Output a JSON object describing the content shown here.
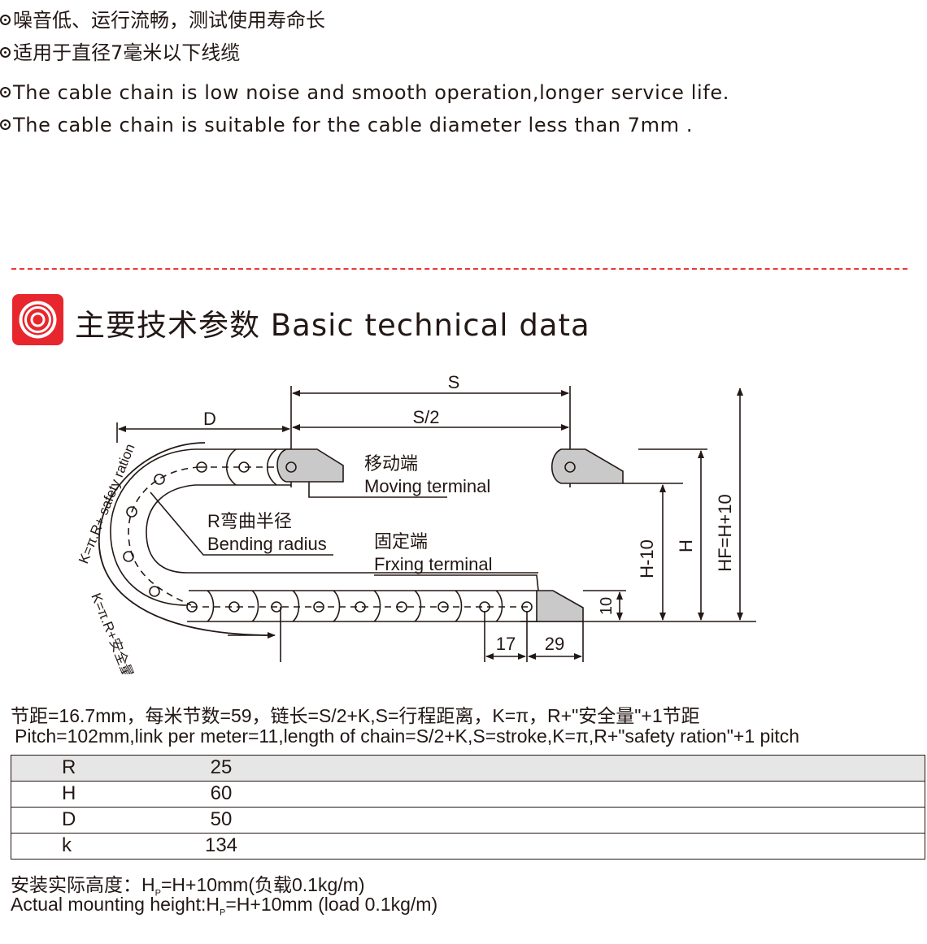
{
  "features_cn": [
    "噪音低、运行流畅，测试使用寿命长",
    "适用于直径7毫米以下线缆"
  ],
  "features_en": [
    "The cable chain is low noise and smooth operation,longer service life.",
    "The cable chain is suitable for the cable diameter less than 7mm ."
  ],
  "section": {
    "title": "主要技术参数 Basic technical data"
  },
  "diagram": {
    "s": "S",
    "s_half": "S/2",
    "d": "D",
    "moving_cn": "移动端",
    "moving_en": "Moving terminal",
    "bend_cn": "R弯曲半径",
    "bend_en": "Bending radius",
    "fixing_cn": "固定端",
    "fixing_en": "Frxing terminal",
    "k_formula_1": "K=π.R+ safety ration",
    "k_formula_2": "K=π.R+安全量",
    "h_minus": "H-10",
    "h": "H",
    "hf": "HF=H+10",
    "ten": "10",
    "seventeen": "17",
    "twentynine": "29"
  },
  "notes": {
    "cn": "节距=16.7mm，每米节数=59，链长=S/2+K,S=行程距离，K=π，R+\"安全量\"+1节距",
    "en": "Pitch=102mm,link per meter=11,length of chain=S/2+K,S=stroke,K=π,R+\"safety ration\"+1 pitch"
  },
  "spec_table": [
    {
      "label": "R",
      "value": "25"
    },
    {
      "label": "H",
      "value": "60"
    },
    {
      "label": "D",
      "value": "50"
    },
    {
      "label": "k",
      "value": "134"
    }
  ],
  "mounting": {
    "cn_prefix": "安装实际高度：H",
    "cn_sub": "P",
    "cn_suffix": "=H+10mm(负载0.1kg/m)",
    "en_prefix": "Actual mounting height:H",
    "en_sub": "P",
    "en_suffix": "=H+10mm (load 0.1kg/m)"
  },
  "colors": {
    "accent": "#e8262d",
    "divider": "#e83a38",
    "text": "#231815",
    "terminal_fill": "#c9c9c9"
  }
}
